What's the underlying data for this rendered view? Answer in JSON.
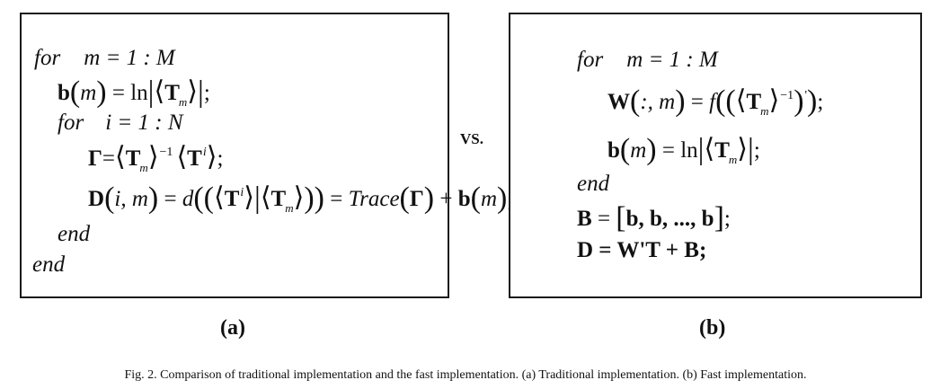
{
  "panel_a": {
    "line1": {
      "kw": "for",
      "expr": "m = 1 : M"
    },
    "line2": {
      "lhs": "b",
      "arg": "m",
      "rhs": " = ln",
      "sym": "T",
      "sub": "m",
      "end": ";"
    },
    "line3": {
      "kw": "for",
      "expr": "i = 1 : N"
    },
    "line4": {
      "lhs": "Γ",
      "sym": "T",
      "sub": "m",
      "sup": "−1",
      "sym2": "T",
      "sup2": "i",
      "end": ";"
    },
    "line5": {
      "lhs": "D",
      "arg": "i, m",
      "func": "d",
      "sym": "T",
      "sup": "i",
      "sym2": "T",
      "sub2": "m",
      "trace": "Trace",
      "gamma": "Γ",
      "b": "b",
      "barg": "m",
      "end": ";"
    },
    "line6": {
      "kw": "end"
    },
    "line7": {
      "kw": "end"
    }
  },
  "panel_b": {
    "line1": {
      "kw": "for",
      "expr": "m = 1 : M"
    },
    "line2": {
      "lhs": "W",
      "arg": ":, m",
      "func": "f",
      "sym": "T",
      "sub": "m",
      "sup": "−1",
      "prime": "'",
      "end": ";"
    },
    "line3": {
      "lhs": "b",
      "arg": "m",
      "rhs": " = ln",
      "sym": "T",
      "sub": "m",
      "end": ";"
    },
    "line4": {
      "kw": "end"
    },
    "line5": {
      "lhs": "B",
      "content": "b, b, ..., b",
      "end": ";"
    },
    "line6": {
      "text": "D = W'T + B;"
    }
  },
  "vs_label": "VS.",
  "label_a": "(a)",
  "label_b": "(b)",
  "caption": "Fig. 2.   Comparison of traditional implementation and the fast implementation. (a) Traditional implementation. (b) Fast implementation."
}
